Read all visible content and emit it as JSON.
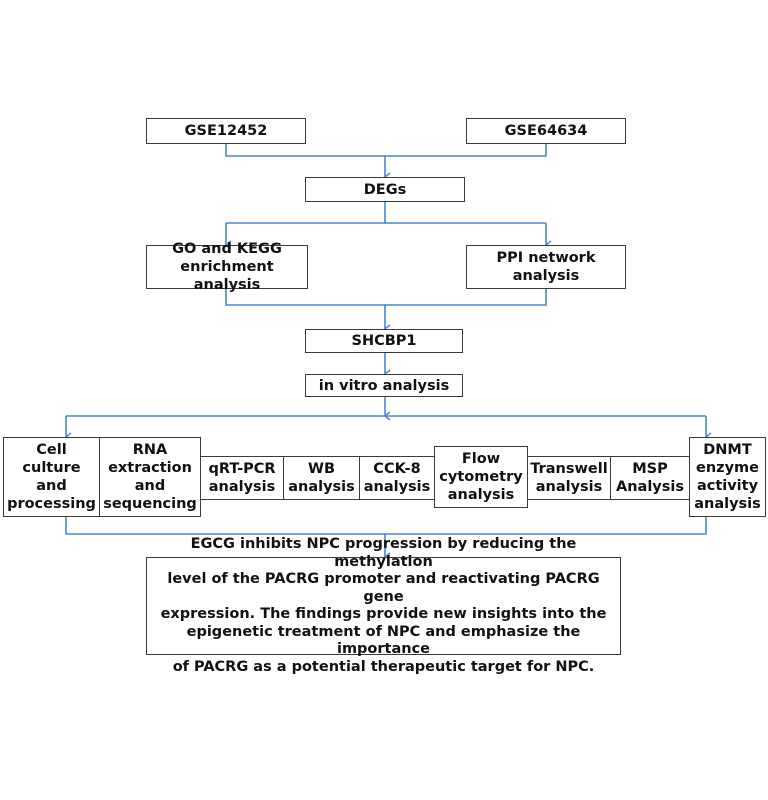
{
  "nodes": {
    "gse1": "GSE12452",
    "gse2": "GSE64634",
    "degs": "DEGs",
    "go": [
      "GO and KEGG",
      "enrichment analysis"
    ],
    "ppi": [
      "PPI network",
      "analysis"
    ],
    "shcbp1": "SHCBP1",
    "invitro": "in vitro analysis",
    "cell": [
      "Cell",
      "culture",
      "and",
      "processing"
    ],
    "rna": [
      "RNA",
      "extraction",
      "and",
      "sequencing"
    ],
    "qrt": [
      "qRT-PCR",
      "analysis"
    ],
    "wb": [
      "WB",
      "analysis"
    ],
    "cck": [
      "CCK-8",
      "analysis"
    ],
    "flow": [
      "Flow",
      "cytometry",
      "analysis"
    ],
    "trans": [
      "Transwell",
      "analysis"
    ],
    "msp": [
      "MSP",
      "Analysis"
    ],
    "dnmt": [
      "DNMT",
      "enzyme",
      "activity",
      "analysis"
    ],
    "conclusion": [
      "EGCG inhibits NPC progression by reducing the methylation",
      "level of the PACRG promoter and reactivating PACRG gene",
      "expression. The findings provide new insights into the",
      "epigenetic treatment of NPC and emphasize the importance",
      "of PACRG as a potential therapeutic target for NPC."
    ]
  },
  "colors": {
    "arrow": "#4a86c8",
    "border": "#3a3a3a"
  }
}
